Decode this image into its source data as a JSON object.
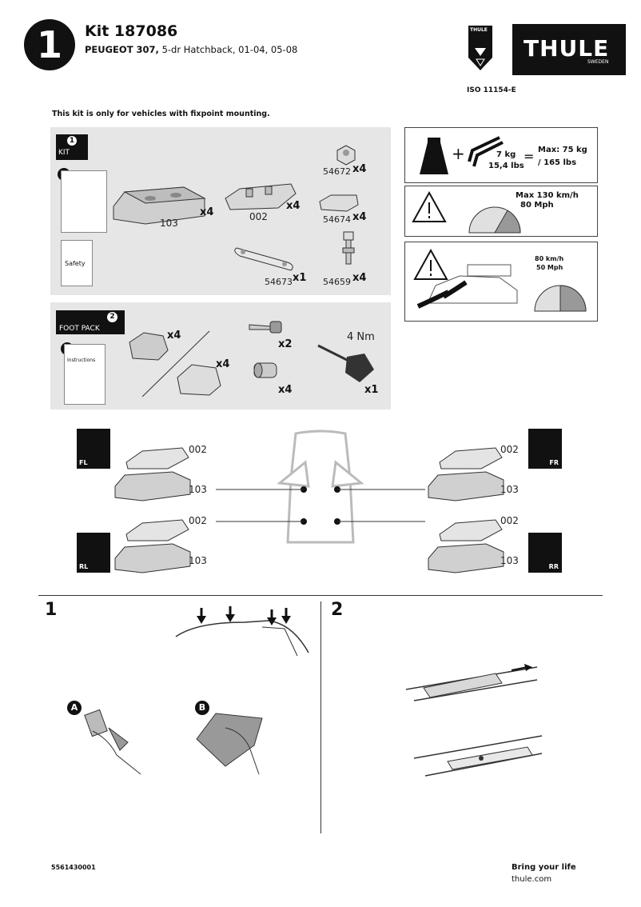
{
  "header": {
    "step_badge": "1",
    "kit_title": "Kit 187086",
    "vehicle_make": "PEUGEOT 307,",
    "vehicle_detail": " 5-dr Hatchback, 01-04, 05-08",
    "iso": "ISO 11154-E",
    "logo_text": "THULE",
    "logo_sub": "SWEDEN",
    "badge_text": "THULE"
  },
  "notice": "This kit is only for vehicles with fixpoint mounting.",
  "kit_panel": {
    "kit_label": "KIT",
    "kit_num": "1",
    "manual_num": "1",
    "safety_label": "Safety",
    "parts": [
      {
        "code": "103",
        "qty": "x4"
      },
      {
        "code": "002",
        "qty": "x4"
      },
      {
        "code": "54672",
        "qty": "x4"
      },
      {
        "code": "54674",
        "qty": "x4"
      },
      {
        "code": "54673",
        "qty": "x1"
      },
      {
        "code": "54659",
        "qty": "x4"
      }
    ]
  },
  "foot_panel": {
    "label": "FOOT PACK",
    "num": "2",
    "manual_num": "2",
    "instructions_label": "Instructions",
    "qty_feet_a": "x4",
    "qty_feet_b": "x4",
    "qty_keys": "x2",
    "qty_locks": "x4",
    "torque": "4 Nm",
    "qty_tool": "x1"
  },
  "specs": {
    "load_bar_weight_kg": "7 kg",
    "load_bar_weight_lbs": "15,4 lbs",
    "max_load_kg": "Max: 75 kg",
    "max_load_lbs": "/ 165 lbs",
    "max_speed_kmh": "Max  130 km/h",
    "max_speed_mph": "80 Mph",
    "reduced_speed_kmh": "80 km/h",
    "reduced_speed_mph": "50 Mph"
  },
  "positions": {
    "fl": "FL",
    "fr": "FR",
    "rl": "RL",
    "rr": "RR",
    "part_top": "002",
    "part_bottom": "103"
  },
  "steps": {
    "step1": "1",
    "step2": "2",
    "sub_a": "A",
    "sub_b": "B"
  },
  "footer": {
    "code": "5561430001",
    "slogan": "Bring your life",
    "url": "thule.com"
  }
}
